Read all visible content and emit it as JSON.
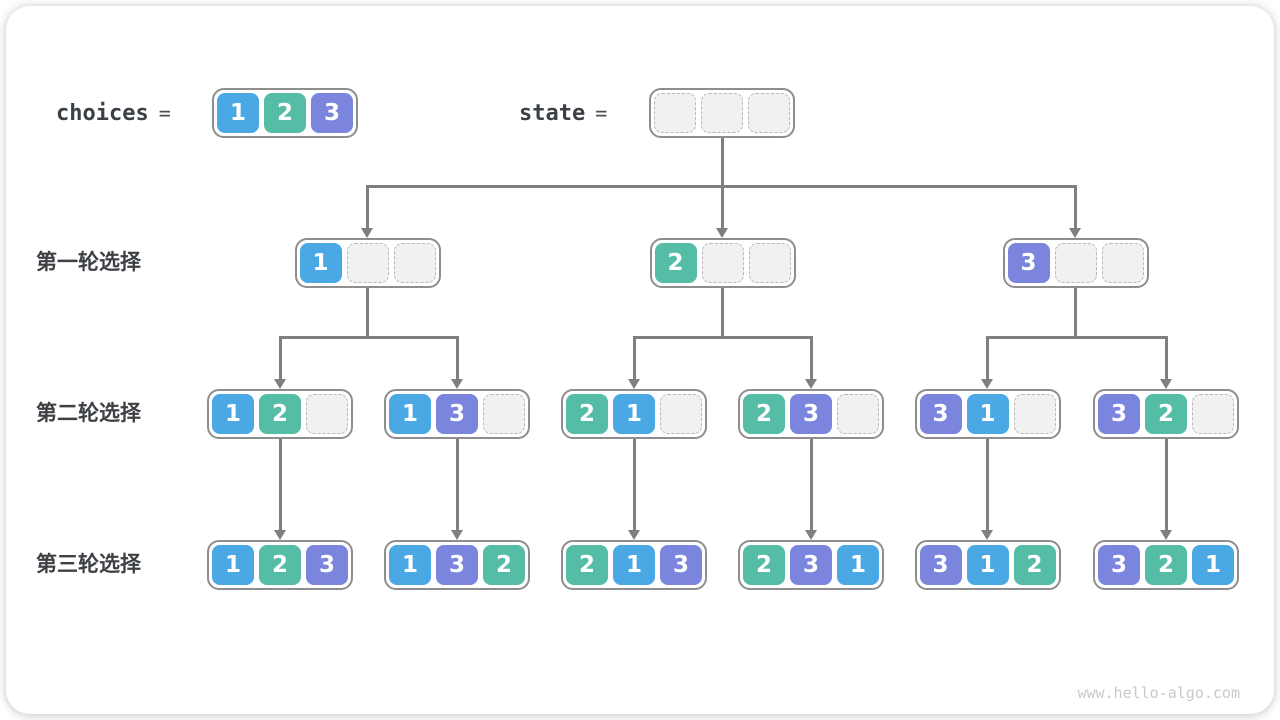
{
  "header": {
    "choices_label": "choices",
    "equals_sign": "=",
    "choices": [
      1,
      2,
      3
    ],
    "state_label": "state",
    "state": [
      null,
      null,
      null
    ]
  },
  "round_labels": [
    "第一轮选择",
    "第二轮选择",
    "第三轮选择"
  ],
  "tree": {
    "level1": [
      [
        1,
        null,
        null
      ],
      [
        2,
        null,
        null
      ],
      [
        3,
        null,
        null
      ]
    ],
    "level2": [
      [
        1,
        2,
        null
      ],
      [
        1,
        3,
        null
      ],
      [
        2,
        1,
        null
      ],
      [
        2,
        3,
        null
      ],
      [
        3,
        1,
        null
      ],
      [
        3,
        2,
        null
      ]
    ],
    "level3": [
      [
        1,
        2,
        3
      ],
      [
        1,
        3,
        2
      ],
      [
        2,
        1,
        3
      ],
      [
        2,
        3,
        1
      ],
      [
        3,
        1,
        2
      ],
      [
        3,
        2,
        1
      ]
    ]
  },
  "colors": {
    "value1": "#4aa9e4",
    "value2": "#55bca6",
    "value3": "#7b85de",
    "connector": "#7f7f7f"
  },
  "watermark": "www.hello-algo.com"
}
